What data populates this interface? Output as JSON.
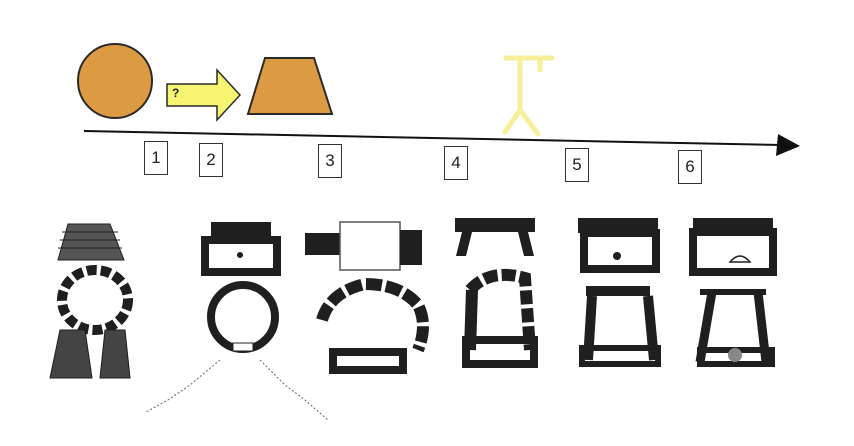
{
  "legend": {
    "arrow_label": "?"
  },
  "stages": [
    {
      "label": "1"
    },
    {
      "label": "2"
    },
    {
      "label": "3"
    },
    {
      "label": "4"
    },
    {
      "label": "5"
    },
    {
      "label": "6"
    }
  ],
  "colors": {
    "shape_fill": "#dc9a42",
    "shape_stroke": "#2a2a2a",
    "arrow_fill": "#f6f471",
    "figure_color": "#f7ef9a",
    "timeline": "#111111",
    "stone": "#1f1f1f"
  },
  "icons": [
    "circle-shape",
    "arrow-shape",
    "trapezoid-shape",
    "human-figure",
    "timeline-arrow"
  ]
}
